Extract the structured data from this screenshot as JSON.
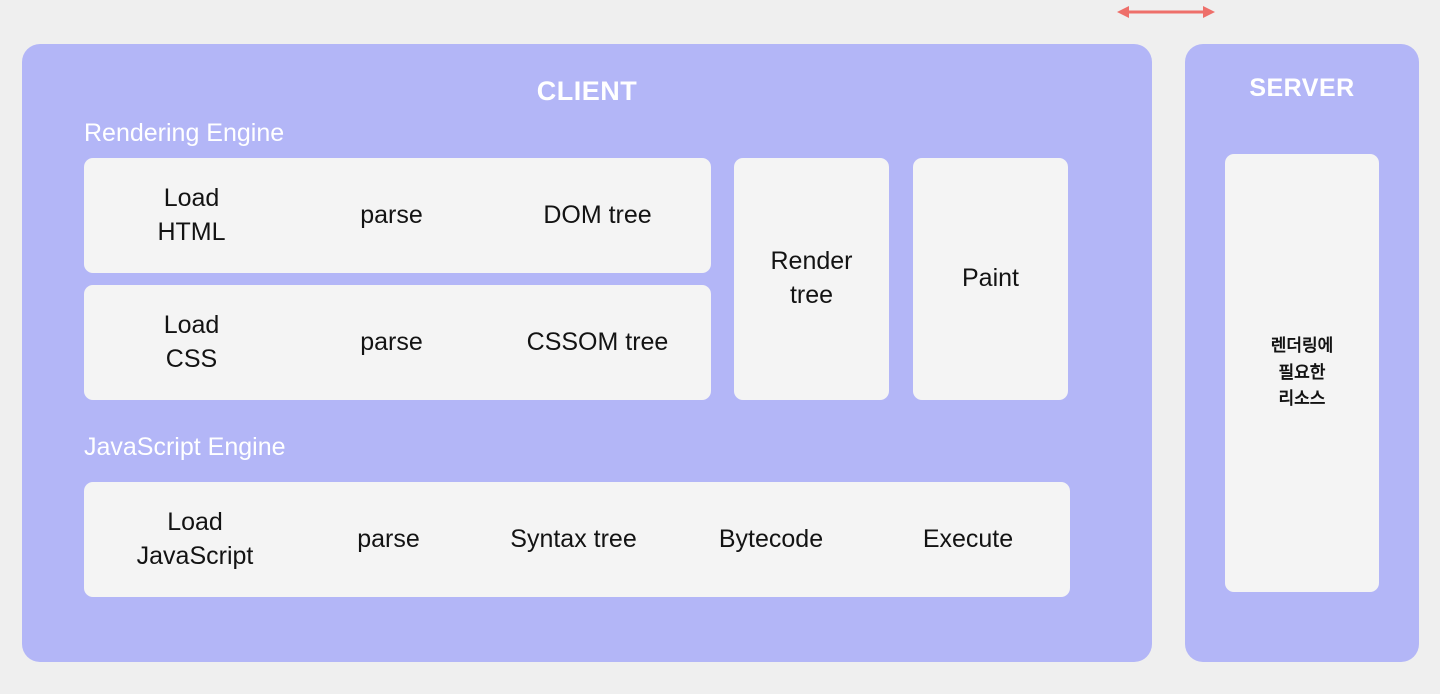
{
  "canvas": {
    "background": "#efefef",
    "panel_color": "#b3b6f7",
    "box_color": "#f4f4f4",
    "arrow_color": "#ee6f6a",
    "text_color": "#131313",
    "title_color": "#ffffff"
  },
  "arrow": {
    "name": "double-headed-arrow",
    "direction": "both"
  },
  "client": {
    "title": "CLIENT",
    "sections": [
      {
        "label": "Rendering Engine",
        "pipelines": [
          {
            "id": "html",
            "steps": [
              "Load\nHTML",
              "parse",
              "DOM tree"
            ],
            "step_lines": [
              [
                "Load",
                "HTML"
              ],
              [
                "parse"
              ],
              [
                "DOM tree"
              ]
            ]
          },
          {
            "id": "css",
            "steps": [
              "Load\nCSS",
              "parse",
              "CSSOM tree"
            ],
            "step_lines": [
              [
                "Load",
                "CSS"
              ],
              [
                "parse"
              ],
              [
                "CSSOM tree"
              ]
            ]
          }
        ],
        "stages": [
          {
            "id": "render-tree",
            "lines": [
              "Render",
              "tree"
            ]
          },
          {
            "id": "paint",
            "lines": [
              "Paint"
            ]
          }
        ]
      },
      {
        "label": "JavaScript Engine",
        "pipelines": [
          {
            "id": "javascript",
            "steps": [
              "Load\nJavaScript",
              "parse",
              "Syntax tree",
              "Bytecode",
              "Execute"
            ],
            "step_lines": [
              [
                "Load",
                "JavaScript"
              ],
              [
                "parse"
              ],
              [
                "Syntax tree"
              ],
              [
                "Bytecode"
              ],
              [
                "Execute"
              ]
            ]
          }
        ]
      }
    ]
  },
  "server": {
    "title": "SERVER",
    "resource_box": {
      "lines": [
        "렌더링에",
        "필요한",
        "리소스"
      ]
    }
  }
}
